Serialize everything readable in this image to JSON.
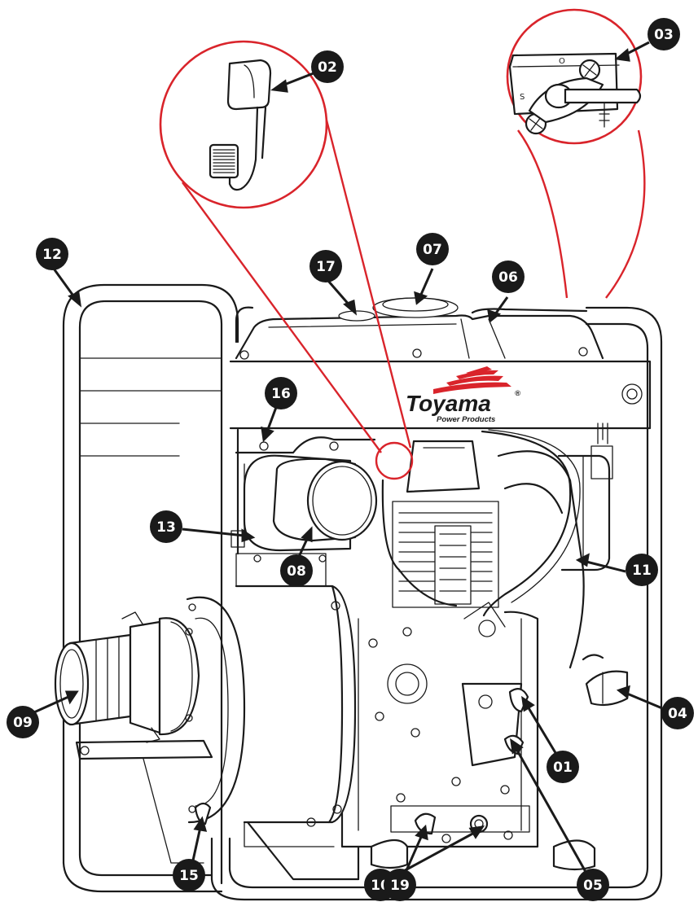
{
  "brand": {
    "name": "Toyama",
    "tagline": "Power Products",
    "registered": "®",
    "accent_color": "#d9242b"
  },
  "fuel_valve": {
    "open_mark": "O",
    "shut_mark": "S"
  },
  "callouts": [
    {
      "id": "c01",
      "label": "01"
    },
    {
      "id": "c02",
      "label": "02"
    },
    {
      "id": "c03",
      "label": "03"
    },
    {
      "id": "c04",
      "label": "04"
    },
    {
      "id": "c05",
      "label": "05"
    },
    {
      "id": "c06",
      "label": "06"
    },
    {
      "id": "c07",
      "label": "07"
    },
    {
      "id": "c08",
      "label": "08"
    },
    {
      "id": "c09",
      "label": "09"
    },
    {
      "id": "c10",
      "label": "10"
    },
    {
      "id": "c11",
      "label": "11"
    },
    {
      "id": "c12",
      "label": "12"
    },
    {
      "id": "c13",
      "label": "13"
    },
    {
      "id": "c15",
      "label": "15"
    },
    {
      "id": "c16",
      "label": "16"
    },
    {
      "id": "c17",
      "label": "17"
    },
    {
      "id": "c19",
      "label": "19"
    }
  ],
  "colors": {
    "callout_fill": "#1a1a1a",
    "detail_circle": "#d9242b",
    "line_art": "#1a1a1a"
  }
}
